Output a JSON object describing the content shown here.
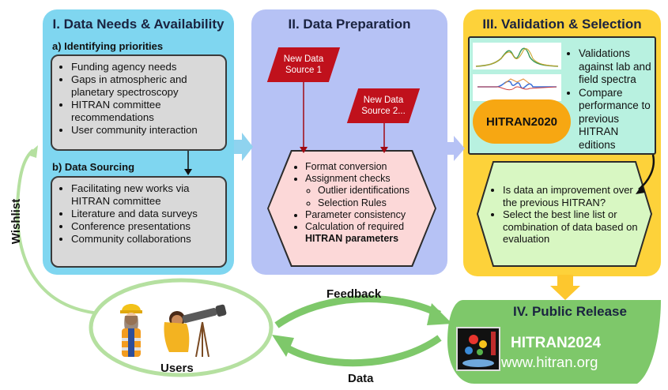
{
  "panel1": {
    "title": "I. Data Needs & Availability",
    "sub_a": "a) Identifying priorities",
    "items_a": [
      "Funding agency needs",
      "Gaps in atmospheric and planetary spectroscopy",
      "HITRAN committee recommendations",
      "User community interaction"
    ],
    "sub_b": "b) Data Sourcing",
    "items_b": [
      "Facilitating new works via HITRAN committee",
      "Literature and data surveys",
      "Conference presentations",
      "Community collaborations"
    ]
  },
  "panel2": {
    "title": "II. Data Preparation",
    "source1": "New Data Source 1",
    "source2": "New Data Source 2...",
    "steps": [
      "Format conversion",
      "Assignment checks",
      "Parameter consistency",
      "Calculation of required"
    ],
    "substeps": [
      "Outlier identifications",
      "Selection Rules"
    ],
    "steps_bold": "HITRAN parameters"
  },
  "panel3": {
    "title": "III. Validation & Selection",
    "hitran_label": "HITRAN2020",
    "items": [
      "Validations against lab and field spectra",
      "Compare performance to previous HITRAN editions"
    ],
    "questions": [
      "Is data an improvement over the previous HITRAN?",
      "Select the best line list or combination of data based on evaluation"
    ]
  },
  "panel4": {
    "title": "IV. Public Release",
    "name": "HITRAN2024",
    "url": "www.hitran.org"
  },
  "labels": {
    "wishlist": "Wishlist",
    "feedback": "Feedback",
    "data": "Data",
    "users": "Users"
  },
  "colors": {
    "panel1": "#7fd6f0",
    "panel2": "#b6c2f5",
    "panel3": "#fdd23a",
    "panel4": "#7ec86a",
    "green_box": "#b8f1e0",
    "grey_box": "#d9d9d9",
    "hex_fill": "#fcd8d8",
    "source": "#c0111c",
    "users_ring": "#b5e0a0"
  }
}
